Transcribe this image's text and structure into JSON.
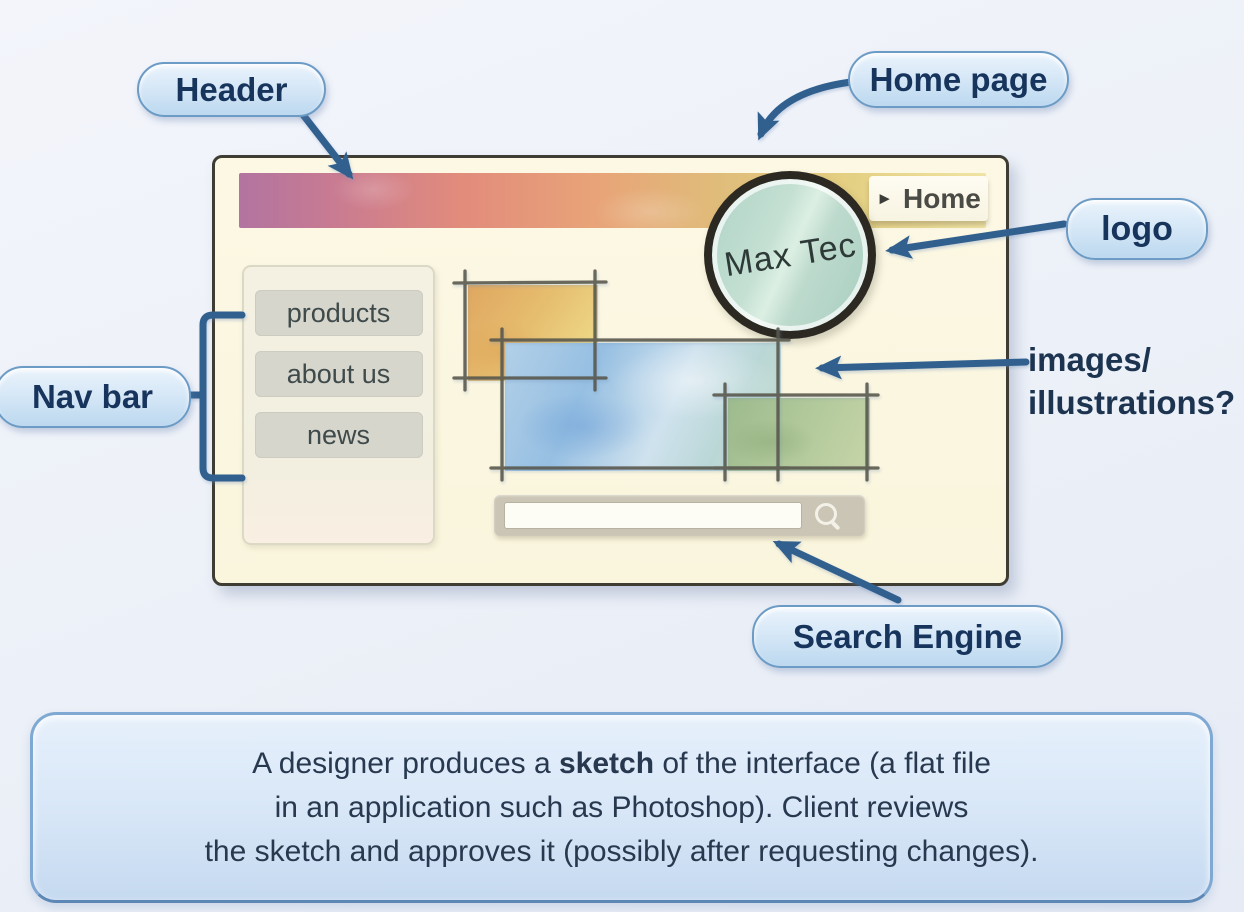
{
  "labels": {
    "header": "Header",
    "home_page": "Home page",
    "logo": "logo",
    "nav_bar": "Nav bar",
    "images_line1": "images/",
    "images_line2": "illustrations?",
    "search_engine": "Search Engine"
  },
  "sketch": {
    "home_button_label": "Home",
    "home_button_icon": "►",
    "logo_text": "Max Tec",
    "nav_items": [
      {
        "label": "products"
      },
      {
        "label": "about us"
      },
      {
        "label": "news"
      }
    ],
    "search_input_value": ""
  },
  "caption": {
    "line1_pre": "A designer produces a ",
    "line1_bold": "sketch",
    "line1_post": " of the interface (a flat file",
    "line2": "in an application such as Photoshop). Client reviews",
    "line3": "the sketch and approves it (possibly after requesting changes)."
  },
  "colors": {
    "arrow": "#31608f",
    "label_text": "#17345c",
    "label_border": "#6c9bc6",
    "sketch_panel_bg": "#fbf7e1",
    "header_gradient": [
      "#b274a0",
      "#e8a478",
      "#f0e4a4"
    ],
    "logo_fill": "#bedcd0",
    "sketch_outline_stroke": "#57564a",
    "caption_bg": "#d7e6f7",
    "caption_border": "#7fa9d3"
  }
}
